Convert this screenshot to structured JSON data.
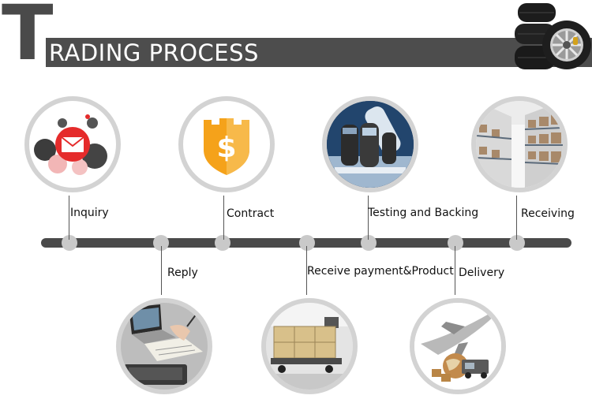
{
  "header": {
    "big_letter": "T",
    "title": "RADING PROCESS"
  },
  "steps": {
    "inquiry": "Inquiry",
    "contract": "Contract",
    "testing": "Testing and Backing",
    "receiving": "Receiving",
    "reply": "Reply",
    "receive_payment": "Receive payment&Product",
    "delivery": "Delivery"
  },
  "icons": {
    "inquiry": "envelope-icon",
    "contract": "dollar-shield-icon",
    "testing": "microscope-icon",
    "receiving": "warehouse-icon",
    "reply": "laptop-writing-icon",
    "receive_payment": "cargo-pallet-icon",
    "delivery": "airplane-globe-icon",
    "header": "tires-icon"
  },
  "colors": {
    "title_bar": "#4d4d4d",
    "timeline": "#4a4a4a",
    "dot": "#c9c9c9",
    "ring": "#d3d3d3",
    "envelope_red": "#e52b2b",
    "shield_orange": "#f5a21a"
  }
}
